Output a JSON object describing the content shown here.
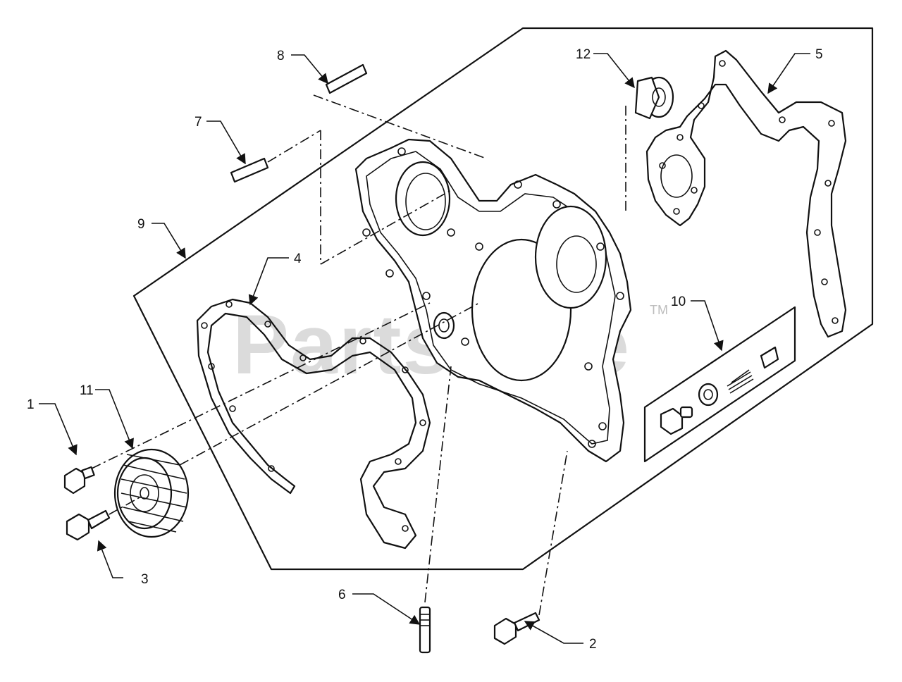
{
  "watermark": {
    "text": "PartsTree",
    "tm": "TM"
  },
  "callouts": {
    "c1": "1",
    "c2": "2",
    "c3": "3",
    "c4": "4",
    "c5": "5",
    "c6": "6",
    "c7": "7",
    "c8": "8",
    "c9": "9",
    "c10": "10",
    "c11": "11",
    "c12": "12"
  },
  "parts": [
    {
      "id": "1",
      "name": "bolt-short"
    },
    {
      "id": "2",
      "name": "bolt"
    },
    {
      "id": "3",
      "name": "bolt"
    },
    {
      "id": "4",
      "name": "gasket-inner"
    },
    {
      "id": "5",
      "name": "gasket-outer"
    },
    {
      "id": "6",
      "name": "stud"
    },
    {
      "id": "7",
      "name": "stud"
    },
    {
      "id": "8",
      "name": "stud"
    },
    {
      "id": "9",
      "name": "timing-cover-assembly"
    },
    {
      "id": "10",
      "name": "relief-valve-kit"
    },
    {
      "id": "11",
      "name": "idler-gear"
    },
    {
      "id": "12",
      "name": "oil-seal"
    }
  ]
}
